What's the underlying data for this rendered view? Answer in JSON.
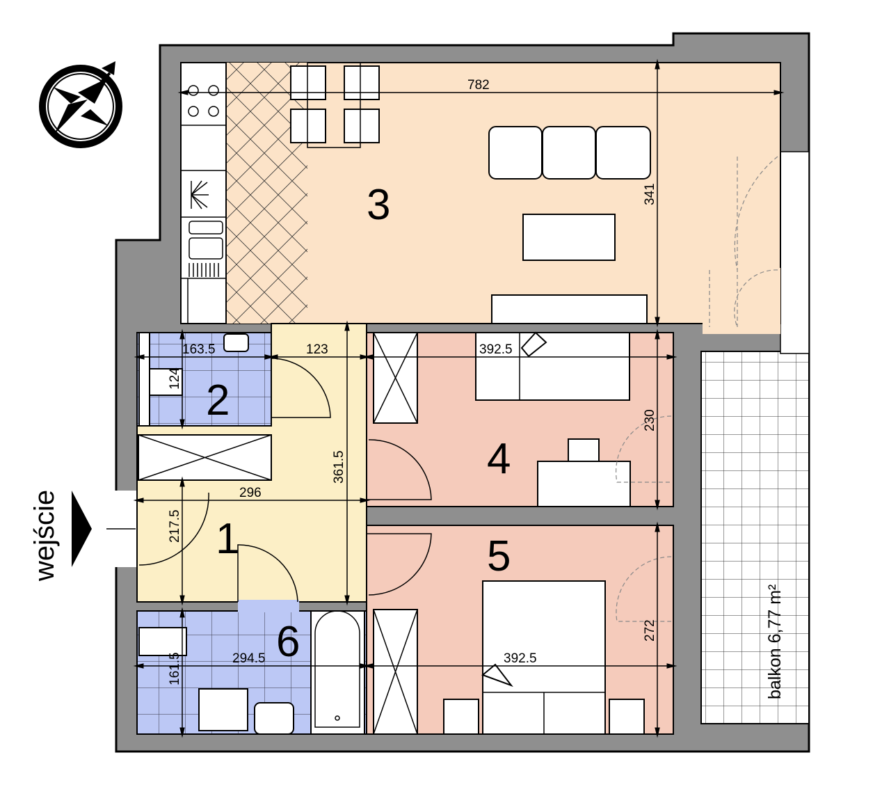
{
  "colors": {
    "wall": "#8f8f8f",
    "living": "#fce3c8",
    "hall": "#fcefc6",
    "bathroom": "#bcc8f5",
    "bedroom": "#f5cbbb"
  },
  "rooms": [
    {
      "number": "1"
    },
    {
      "number": "2"
    },
    {
      "number": "3"
    },
    {
      "number": "4"
    },
    {
      "number": "5"
    },
    {
      "number": "6"
    }
  ],
  "dimensions": {
    "living_width": "782",
    "living_depth": "341",
    "wc_width": "163.5",
    "wc_depth": "124",
    "hall_top_width": "123",
    "hall_depth": "361.5",
    "hall_width": "296",
    "hall_entry_depth": "217.5",
    "room4_width": "392.5",
    "room4_depth": "230",
    "room5_width": "392.5",
    "room5_depth": "272",
    "bath_width": "294.5",
    "bath_depth": "161.5"
  },
  "labels": {
    "entrance": "wejście",
    "balcony": "balkon 6,77 m²"
  },
  "icons": [
    "compass-icon",
    "entrance-arrow-icon"
  ]
}
